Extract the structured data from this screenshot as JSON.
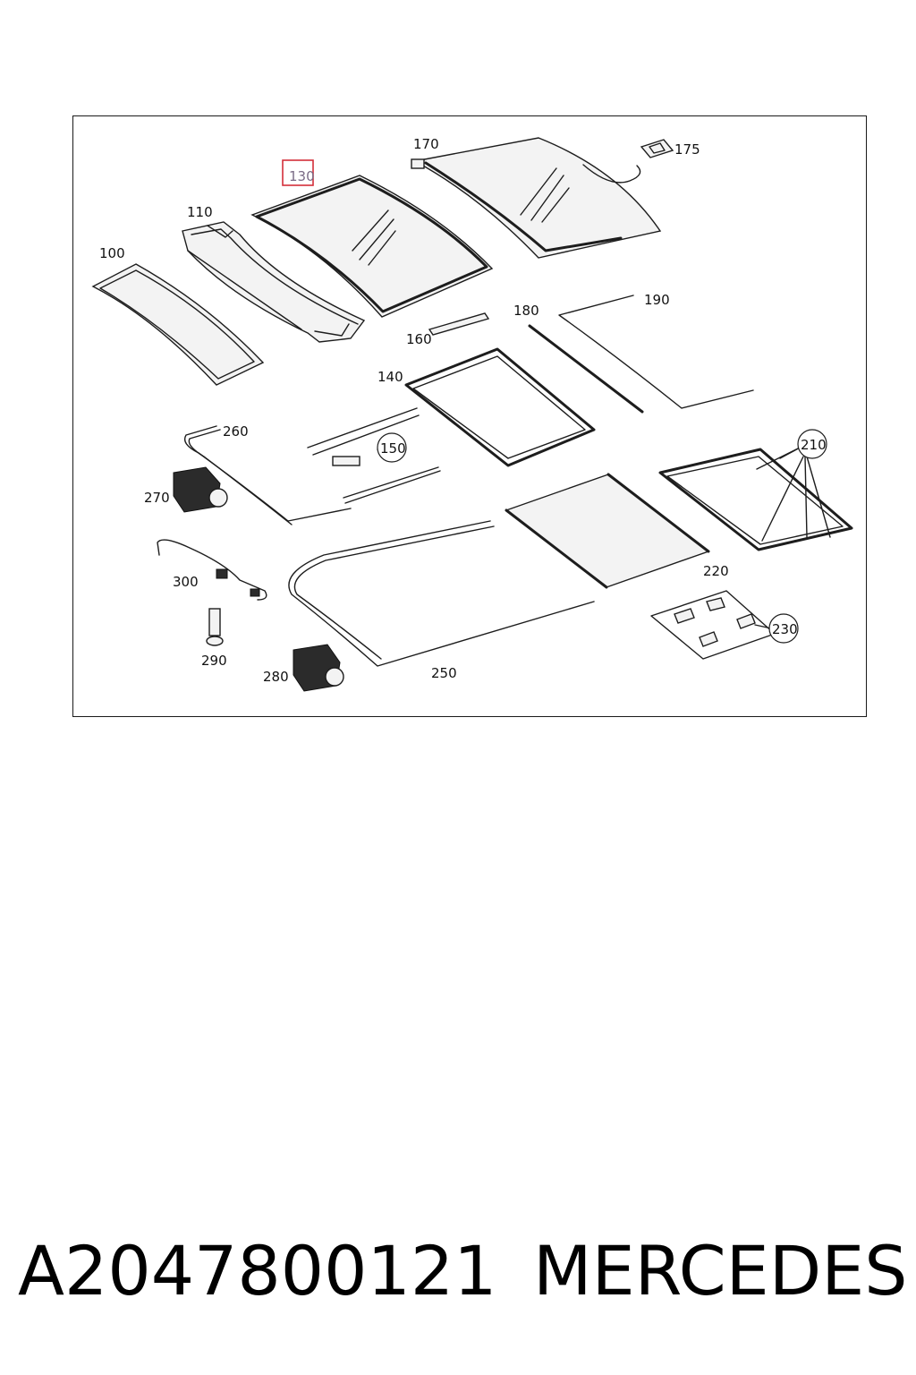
{
  "diagram": {
    "callouts": [
      {
        "id": "100",
        "text": "100"
      },
      {
        "id": "110",
        "text": "110"
      },
      {
        "id": "130",
        "text": "130",
        "highlighted": true
      },
      {
        "id": "140",
        "text": "140"
      },
      {
        "id": "150",
        "text": "150",
        "circled": true
      },
      {
        "id": "160",
        "text": "160"
      },
      {
        "id": "170",
        "text": "170"
      },
      {
        "id": "175",
        "text": "175"
      },
      {
        "id": "180",
        "text": "180"
      },
      {
        "id": "190",
        "text": "190"
      },
      {
        "id": "210",
        "text": "210",
        "circled": true
      },
      {
        "id": "220",
        "text": "220"
      },
      {
        "id": "230",
        "text": "230",
        "circled": true
      },
      {
        "id": "250",
        "text": "250"
      },
      {
        "id": "260",
        "text": "260"
      },
      {
        "id": "270",
        "text": "270"
      },
      {
        "id": "280",
        "text": "280"
      },
      {
        "id": "290",
        "text": "290"
      },
      {
        "id": "300",
        "text": "300"
      }
    ],
    "highlight_color": "#d32f3a"
  },
  "footer": {
    "part_number": "A2047800121",
    "brand": "MERCEDES"
  }
}
